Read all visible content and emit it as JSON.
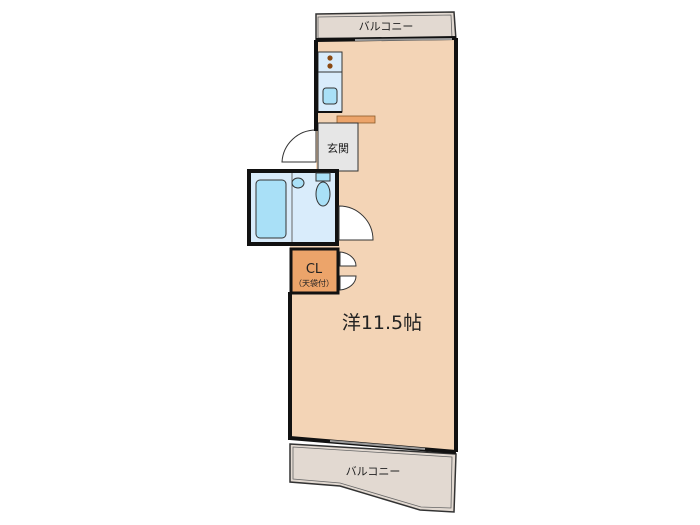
{
  "floorplan": {
    "balcony_top": {
      "label": "バルコニー"
    },
    "balcony_bottom": {
      "label": "バルコニー"
    },
    "entrance": {
      "label": "玄関"
    },
    "closet": {
      "label": "CL",
      "sublabel": "（天袋付）"
    },
    "main_room": {
      "label": "洋11.5帖"
    }
  },
  "colors": {
    "room_fill": "#f3d4b6",
    "balcony_fill": "#e2d9d1",
    "wet_area_fill": "#d9ecfb",
    "fixture_fill": "#a9e0f7",
    "closet_fill": "#eca46a",
    "entrance_fill": "#e6e6e6",
    "wall": "#111111"
  }
}
